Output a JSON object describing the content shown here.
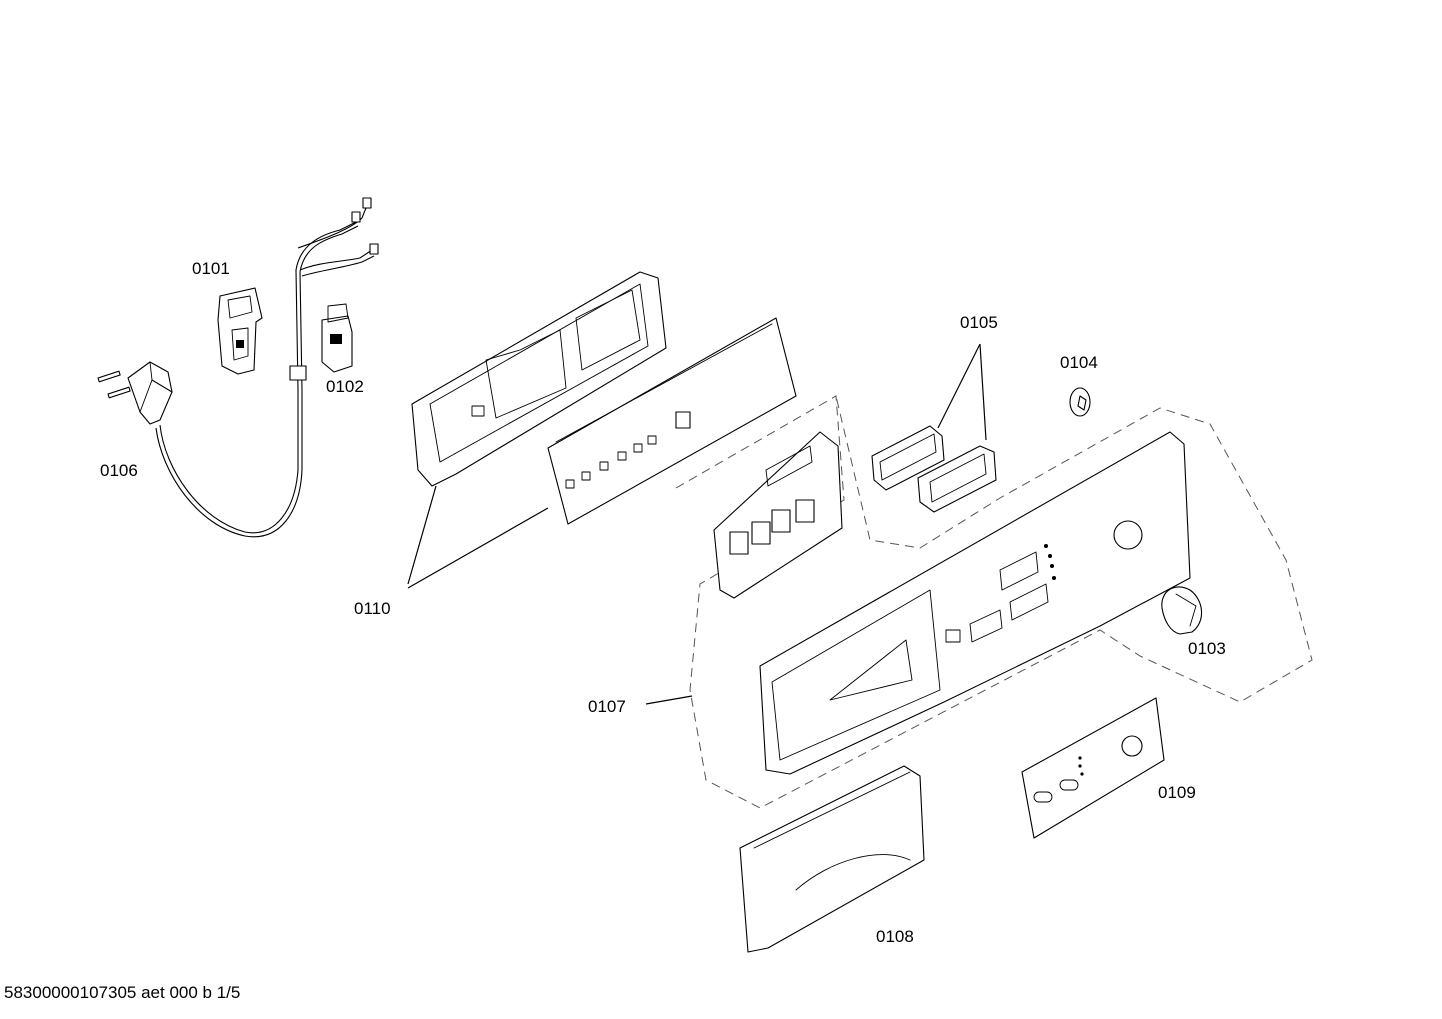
{
  "diagram": {
    "document_id": "58300000107305 aet 000 b 1/5",
    "colors": {
      "line": "#000000",
      "dashed_group": "#555555",
      "background": "#ffffff"
    },
    "parts": [
      {
        "id": "0101",
        "label": "0101"
      },
      {
        "id": "0102",
        "label": "0102"
      },
      {
        "id": "0103",
        "label": "0103"
      },
      {
        "id": "0104",
        "label": "0104"
      },
      {
        "id": "0105",
        "label": "0105"
      },
      {
        "id": "0106",
        "label": "0106"
      },
      {
        "id": "0107",
        "label": "0107"
      },
      {
        "id": "0108",
        "label": "0108"
      },
      {
        "id": "0109",
        "label": "0109"
      },
      {
        "id": "0110",
        "label": "0110"
      }
    ]
  }
}
